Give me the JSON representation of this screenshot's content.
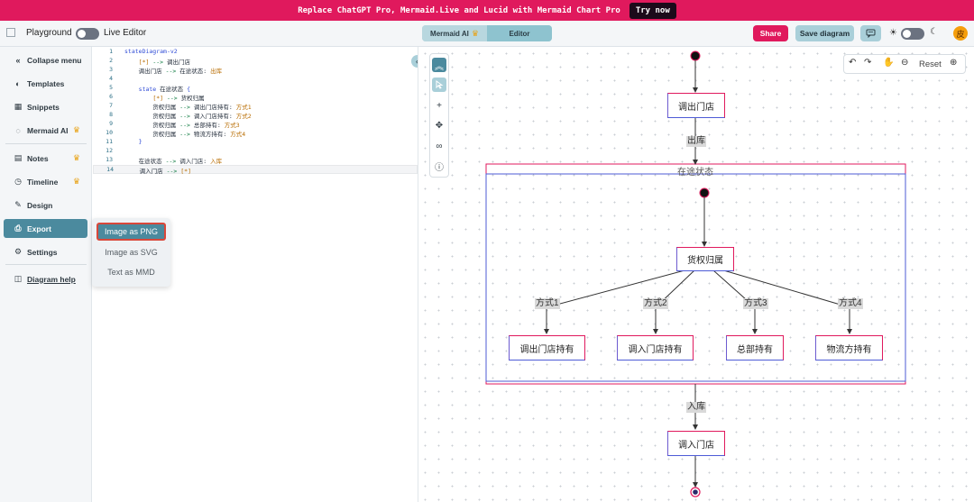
{
  "banner": {
    "text": "Replace ChatGPT Pro, Mermaid.Live and Lucid with Mermaid Chart Pro",
    "cta": "Try now"
  },
  "header": {
    "playground": "Playground",
    "live_editor": "Live Editor",
    "tabs": {
      "ai": "Mermaid AI",
      "editor": "Editor"
    },
    "share": "Share",
    "save": "Save diagram",
    "avatar": "皮"
  },
  "sidebar": {
    "collapse": "Collapse menu",
    "templates": "Templates",
    "snippets": "Snippets",
    "mermaid_ai": "Mermaid AI",
    "notes": "Notes",
    "timeline": "Timeline",
    "design": "Design",
    "export": "Export",
    "settings": "Settings",
    "help": "Diagram help"
  },
  "export_menu": [
    "Image as PNG",
    "Image as SVG",
    "Text as MMD"
  ],
  "code_lines": [
    "stateDiagram-v2",
    "    [*] --> 调出门店",
    "    调出门店 --> 在途状态: 出库",
    "",
    "    state 在途状态 {",
    "        [*] --> 货权归属",
    "        货权归属 --> 调出门店持有: 方式1",
    "        货权归属 --> 调入门店持有: 方式2",
    "        货权归属 --> 总部持有: 方式3",
    "        货权归属 --> 物流方持有: 方式4",
    "    }",
    "",
    "    在途状态 --> 调入门店: 入库",
    "    调入门店 --> [*]"
  ],
  "canvas_tools": {
    "reset": "Reset"
  },
  "diagram": {
    "nodes": {
      "out_store": "调出门店",
      "in_transit": "在途状态",
      "ownership": "货权归属",
      "out_hold": "调出门店持有",
      "in_hold": "调入门店持有",
      "hq_hold": "总部持有",
      "log_hold": "物流方持有",
      "in_store": "调入门店"
    },
    "edges": {
      "ship_out": "出库",
      "m1": "方式1",
      "m2": "方式2",
      "m3": "方式3",
      "m4": "方式4",
      "ship_in": "入库"
    }
  },
  "colors": {
    "brand": "#e0195d",
    "accent": "#4b8a9e",
    "accent_light": "#a9cfd9"
  }
}
